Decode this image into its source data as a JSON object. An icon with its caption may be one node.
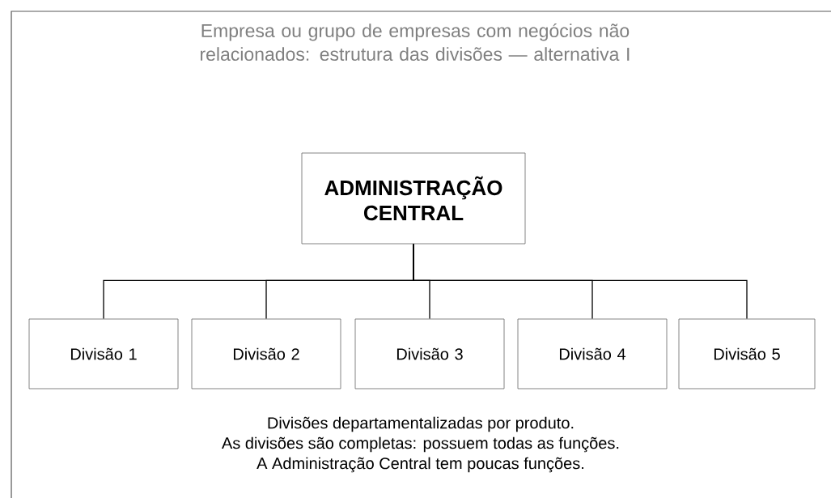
{
  "diagram": {
    "title": "Empresa ou grupo de empresas com negócios não relacionados: estrutura das divisões — alternativa I",
    "nodes": [
      {
        "text": [
          "ADMINISTRAÇÃO CENTRAL"
        ]
      },
      {
        "text": [
          "Divisão 1"
        ]
      },
      {
        "text": [
          "Divisão 2"
        ]
      },
      {
        "text": [
          "Divisão 3"
        ]
      },
      {
        "text": [
          "Divisão 4"
        ]
      },
      {
        "text": [
          "Divisão 5"
        ]
      }
    ],
    "edges": [
      {
        "from": 0,
        "to": 1,
        "arrow": "none"
      },
      {
        "from": 0,
        "to": 2,
        "arrow": "none"
      },
      {
        "from": 0,
        "to": 3,
        "arrow": "none"
      },
      {
        "from": 0,
        "to": 4,
        "arrow": "none"
      },
      {
        "from": 0,
        "to": 5,
        "arrow": "none"
      }
    ],
    "labels": [
      "Divisões departamentalizadas por produto.",
      "As divisões são completas: possuem todas as funções.",
      "A Administração Central tem poucas funções."
    ]
  }
}
